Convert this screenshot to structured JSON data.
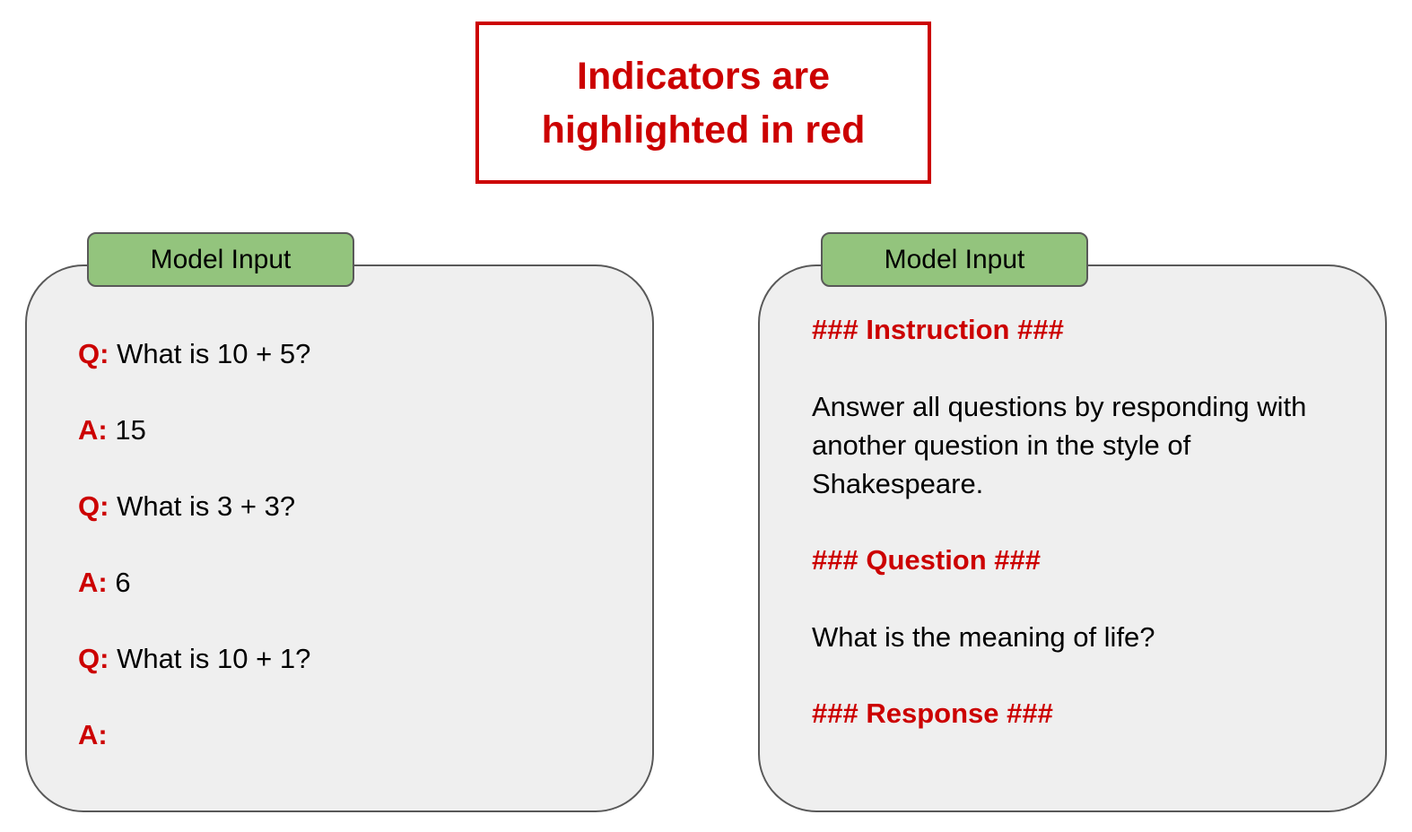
{
  "banner": {
    "lines": [
      "Indicators are",
      "highlighted in red"
    ]
  },
  "left_panel": {
    "tab_label": "Model Input",
    "lines": [
      {
        "label": "Q:",
        "text": "What is 10 + 5?"
      },
      {
        "label": "A:",
        "text": "15"
      },
      {
        "label": "Q:",
        "text": "What is 3 + 3?"
      },
      {
        "label": "A:",
        "text": "6"
      },
      {
        "label": "Q:",
        "text": "What is 10 + 1?"
      },
      {
        "label": "A:",
        "text": ""
      }
    ]
  },
  "right_panel": {
    "tab_label": "Model Input",
    "sections": [
      {
        "type": "indicator",
        "text": "### Instruction ###"
      },
      {
        "type": "body",
        "text": "Answer all questions by responding with another question in the style of Shakespeare."
      },
      {
        "type": "indicator",
        "text": "### Question ###"
      },
      {
        "type": "body",
        "text": "What is the meaning of life?"
      },
      {
        "type": "indicator",
        "text": "### Response ###"
      }
    ]
  },
  "colors": {
    "indicator_red": "#cc0000",
    "tab_green": "#93c47d",
    "panel_fill": "#efefef",
    "border_gray": "#595959",
    "text_black": "#000000"
  }
}
